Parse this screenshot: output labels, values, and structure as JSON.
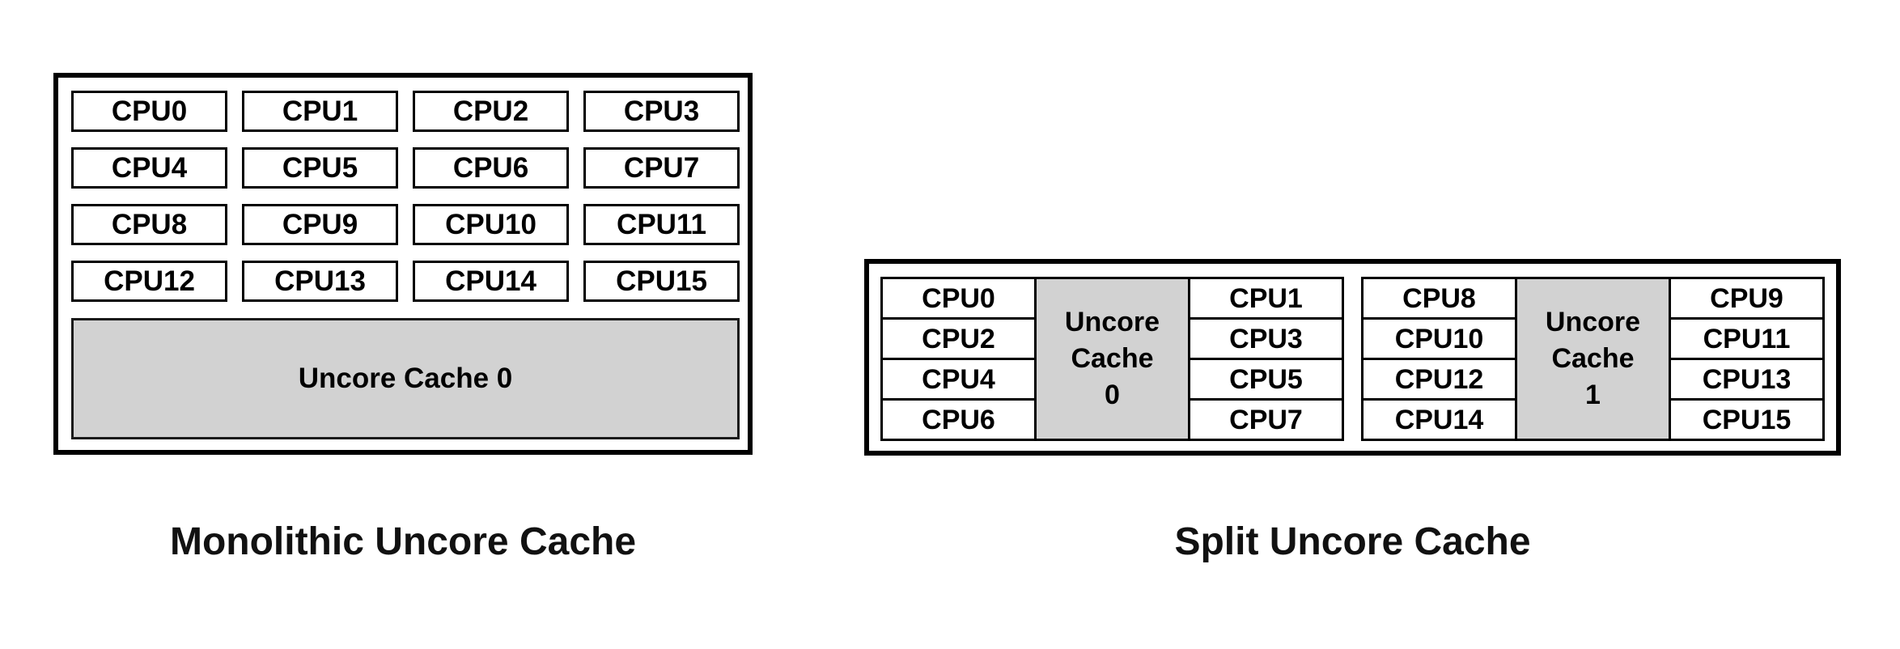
{
  "colors": {
    "background": "#ffffff",
    "cache_fill": "#d2d2d2",
    "line": "#000000",
    "text": "#000000"
  },
  "monolithic": {
    "caption": "Monolithic Uncore Cache",
    "cpus": [
      "CPU0",
      "CPU1",
      "CPU2",
      "CPU3",
      "CPU4",
      "CPU5",
      "CPU6",
      "CPU7",
      "CPU8",
      "CPU9",
      "CPU10",
      "CPU11",
      "CPU12",
      "CPU13",
      "CPU14",
      "CPU15"
    ],
    "cache_label": "Uncore Cache 0"
  },
  "split": {
    "caption": "Split Uncore Cache",
    "groups": [
      {
        "left_cpus": [
          "CPU0",
          "CPU2",
          "CPU4",
          "CPU6"
        ],
        "cache_lines": [
          "Uncore",
          "Cache",
          "0"
        ],
        "right_cpus": [
          "CPU1",
          "CPU3",
          "CPU5",
          "CPU7"
        ]
      },
      {
        "left_cpus": [
          "CPU8",
          "CPU10",
          "CPU12",
          "CPU14"
        ],
        "cache_lines": [
          "Uncore",
          "Cache",
          "1"
        ],
        "right_cpus": [
          "CPU9",
          "CPU11",
          "CPU13",
          "CPU15"
        ]
      }
    ]
  }
}
